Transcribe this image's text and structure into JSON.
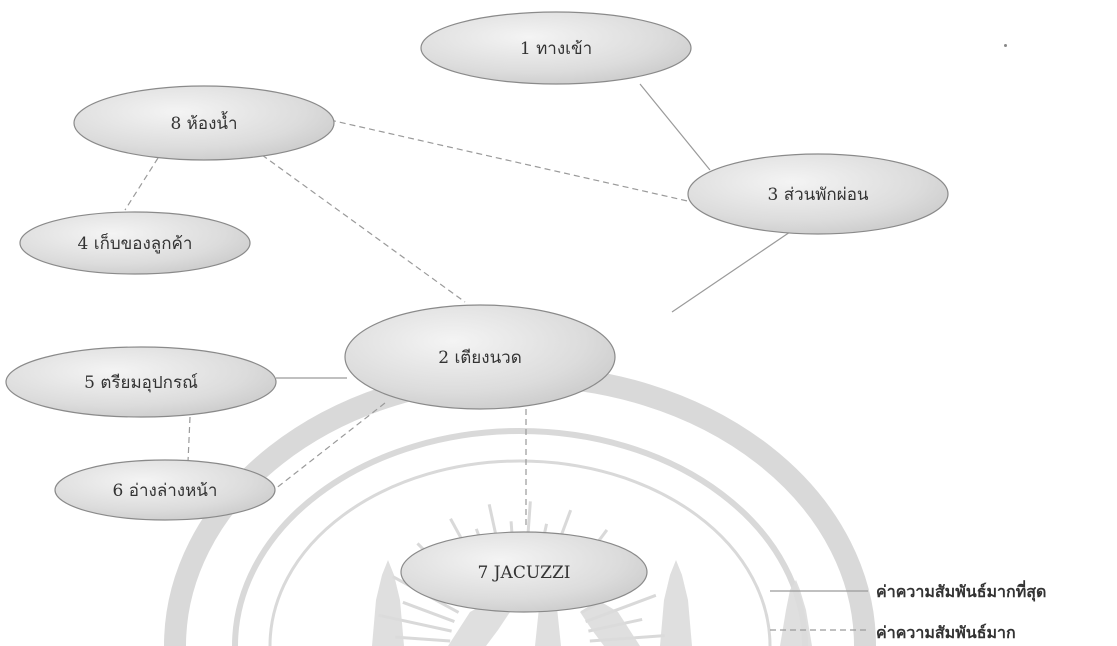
{
  "colors": {
    "ellipse_fill_light": "#f4f4f4",
    "ellipse_fill_dark": "#c8c8c8",
    "ellipse_stroke": "#8a8a8a",
    "line": "#9a9a9a",
    "watermark": "#d9d9d9",
    "text": "#333333"
  },
  "nodes": [
    {
      "id": "n1",
      "number": "1",
      "label": "ทางเข้า"
    },
    {
      "id": "n2",
      "number": "2",
      "label": "เตียงนวด"
    },
    {
      "id": "n3",
      "number": "3",
      "label": "ส่วนพักผ่อน"
    },
    {
      "id": "n4",
      "number": "4",
      "label": "เก็บของลูกค้า"
    },
    {
      "id": "n5",
      "number": "5",
      "label": "ตรียมอุปกรณ์"
    },
    {
      "id": "n6",
      "number": "6",
      "label": "อ่างล่างหน้า"
    },
    {
      "id": "n7",
      "number": "7",
      "label": "JACUZZI"
    },
    {
      "id": "n8",
      "number": "8",
      "label": "ห้องน้ำ"
    }
  ],
  "edges": [
    {
      "from": "n1",
      "to": "n3",
      "relation": "strongest"
    },
    {
      "from": "n8",
      "to": "n3",
      "relation": "strong"
    },
    {
      "from": "n8",
      "to": "n4",
      "relation": "strong"
    },
    {
      "from": "n8",
      "to": "n2",
      "relation": "strong"
    },
    {
      "from": "n3",
      "to": "n2",
      "relation": "strongest"
    },
    {
      "from": "n5",
      "to": "n2",
      "relation": "strongest"
    },
    {
      "from": "n5",
      "to": "n6",
      "relation": "strong"
    },
    {
      "from": "n6",
      "to": "n2",
      "relation": "strong"
    },
    {
      "from": "n2",
      "to": "n7",
      "relation": "strong"
    }
  ],
  "legend": [
    {
      "relation": "strongest",
      "style": "solid",
      "label": "ค่าความสัมพันธ์มากที่สุด"
    },
    {
      "relation": "strong",
      "style": "dashed",
      "label": "ค่าความสัมพันธ์มาก"
    }
  ]
}
